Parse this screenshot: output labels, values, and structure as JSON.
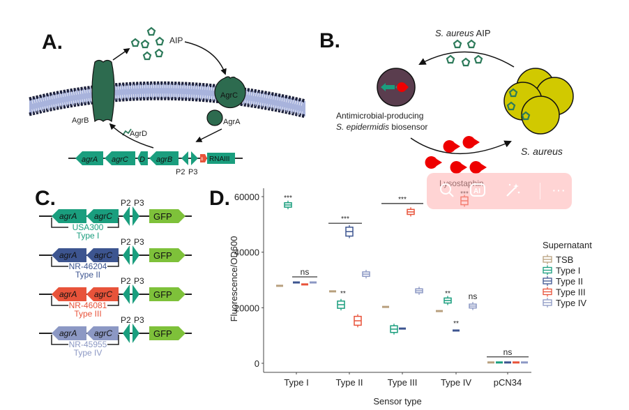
{
  "panels": {
    "A": {
      "letter": "A.",
      "labels": {
        "aip": "AIP",
        "agrB": "AgrB",
        "agrC": "AgrC",
        "agrA": "AgrA",
        "agrD": "AgrD"
      },
      "operon": {
        "genes": [
          "agrA",
          "agrC",
          "D",
          "agrB"
        ],
        "promoters": [
          "P2",
          "P3"
        ],
        "rnaiii": "RNAIII",
        "delta": "δ"
      }
    },
    "B": {
      "letter": "B.",
      "aip_label_italic": "S. aureus",
      "aip_label_suffix": " AIP",
      "biosensor_line1": "Antimicrobial-producing",
      "biosensor_line2_italic": "S. epidermidis",
      "biosensor_line2_suffix": " biosensor",
      "target_label": "S. aureus",
      "product_label": "Lysostaphin"
    },
    "C": {
      "letter": "C.",
      "constructs": [
        {
          "genes": [
            "agrA",
            "agrC"
          ],
          "strain": "USA300",
          "type": "Type I",
          "color": "#1a9e7e",
          "text_color": "#1a9e7e"
        },
        {
          "genes": [
            "agrA",
            "agrC"
          ],
          "strain": "NR-46204",
          "type": "Type II",
          "color": "#3d5590",
          "text_color": "#3d5590"
        },
        {
          "genes": [
            "agrA",
            "agrC"
          ],
          "strain": "NR-46081",
          "type": "Type III",
          "color": "#e8533a",
          "text_color": "#e8533a"
        },
        {
          "genes": [
            "agrA",
            "agrC"
          ],
          "strain": "NR-45955",
          "type": "Type IV",
          "color": "#8c98c4",
          "text_color": "#8c98c4"
        }
      ],
      "promoters": [
        "P2",
        "P3"
      ],
      "reporter": "GFP"
    },
    "D": {
      "letter": "D."
    }
  },
  "chart_data": {
    "type": "box",
    "title": "",
    "xlabel": "Sensor type",
    "ylabel": "Fluorescence/OD600",
    "ylim": [
      0,
      62000
    ],
    "yticks": [
      0,
      20000,
      40000,
      60000
    ],
    "ytick_labels": [
      "0",
      "20000",
      "40000",
      "60000"
    ],
    "categories": [
      "Type I",
      "Type II",
      "Type III",
      "Type IV",
      "pCN34"
    ],
    "legend": {
      "title": "Supernatant",
      "position": "right"
    },
    "series": [
      {
        "name": "TSB",
        "color": "#b8a07e",
        "values": [
          27900,
          25900,
          20300,
          18800,
          300
        ]
      },
      {
        "name": "Type I",
        "color": "#1a9e7e",
        "values": [
          57000,
          21100,
          12300,
          22600,
          300
        ]
      },
      {
        "name": "Type II",
        "color": "#3d5590",
        "values": [
          29100,
          47400,
          12500,
          11800,
          300
        ]
      },
      {
        "name": "Type III",
        "color": "#e8533a",
        "values": [
          28400,
          15300,
          54500,
          58500,
          300
        ]
      },
      {
        "name": "Type IV",
        "color": "#8c98c4",
        "values": [
          29100,
          32100,
          26100,
          20600,
          300
        ]
      }
    ],
    "box_spread": [
      [
        0,
        0,
        0,
        0,
        0
      ],
      [
        800,
        1300,
        1200,
        900,
        0
      ],
      [
        0,
        1600,
        0,
        0,
        0
      ],
      [
        0,
        1600,
        900,
        1400,
        0
      ],
      [
        0,
        800,
        700,
        700,
        0
      ]
    ],
    "annotations": [
      {
        "category": "Type I",
        "series": "Type I",
        "text": "***",
        "kind": "star"
      },
      {
        "category": "Type I",
        "series_range": [
          "Type II",
          "Type IV"
        ],
        "text": "ns",
        "kind": "bracket"
      },
      {
        "category": "Type II",
        "series": "TSB",
        "text": "**",
        "kind": "star-right"
      },
      {
        "category": "Type II",
        "series_range": [
          "TSB",
          "Type III"
        ],
        "series": "Type II",
        "text": "***",
        "kind": "bracket"
      },
      {
        "category": "Type III",
        "series_range": [
          "TSB",
          "Type IV"
        ],
        "series": "Type III",
        "text": "***",
        "kind": "bracket"
      },
      {
        "category": "Type IV",
        "series": "Type I",
        "text": "**",
        "kind": "star"
      },
      {
        "category": "Type IV",
        "series": "Type II",
        "text": "**",
        "kind": "star"
      },
      {
        "category": "Type IV",
        "series": "Type III",
        "text": "***",
        "kind": "star"
      },
      {
        "category": "Type IV",
        "series": "Type IV",
        "text": "ns",
        "kind": "star"
      },
      {
        "category": "pCN34",
        "series_range": [
          "TSB",
          "Type IV"
        ],
        "text": "ns",
        "kind": "bracket"
      }
    ]
  },
  "overlay_toolbar": {
    "icons": [
      "search-icon",
      "ai-icon",
      "magic-wand-icon",
      "more-icon"
    ],
    "ai_label": "AI",
    "more_label": "···"
  }
}
